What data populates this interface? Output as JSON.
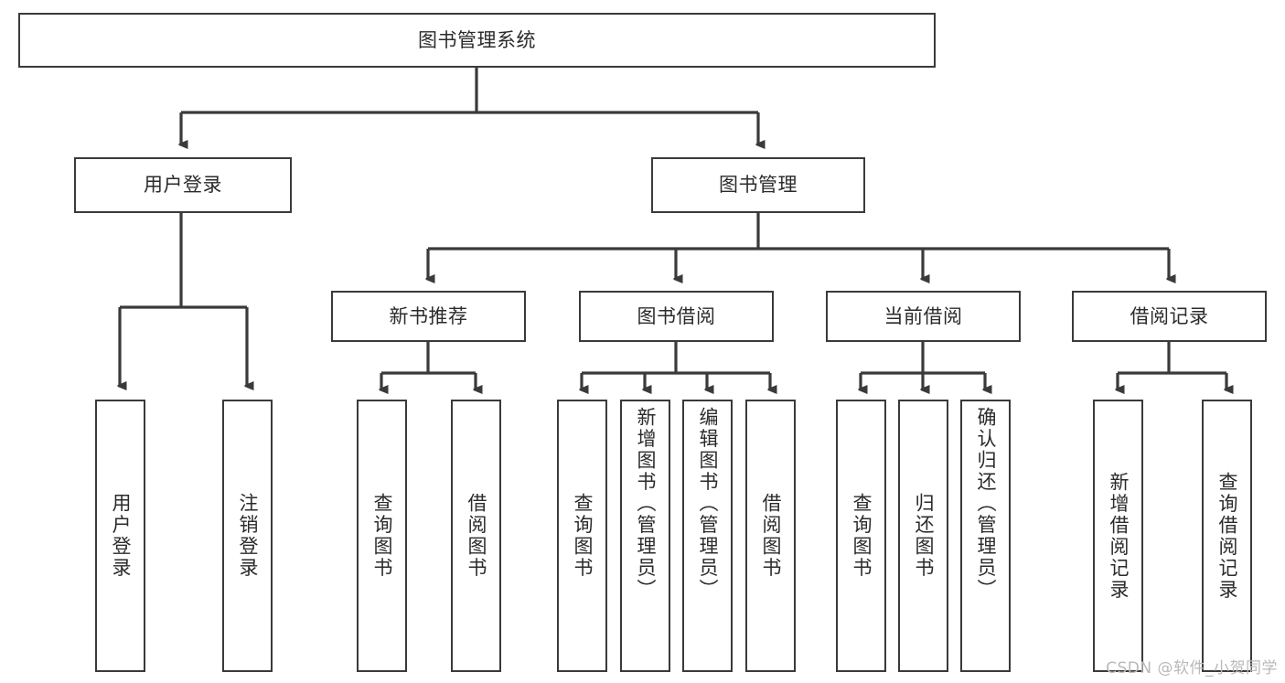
{
  "diagram": {
    "title": "图书管理系统",
    "type": "functional-structure-tree",
    "stroke_color": "#3a3a3a",
    "text_color": "#2b2b2b",
    "background_color": "#ffffff"
  },
  "nodes": {
    "root": {
      "label": "图书管理系统"
    },
    "level1": [
      {
        "id": "user-login",
        "label": "用户登录"
      },
      {
        "id": "book-manage",
        "label": "图书管理"
      }
    ],
    "level2": [
      {
        "id": "new-book-rec",
        "label": "新书推荐"
      },
      {
        "id": "book-borrow",
        "label": "图书借阅"
      },
      {
        "id": "current-borrow",
        "label": "当前借阅"
      },
      {
        "id": "borrow-record",
        "label": "借阅记录"
      }
    ],
    "leaves": {
      "user-login": [
        {
          "id": "leaf-user-login",
          "label": "用户登录"
        },
        {
          "id": "leaf-logout",
          "label": "注销登录"
        }
      ],
      "new-book-rec": [
        {
          "id": "leaf-query-book-1",
          "label": "查询图书"
        },
        {
          "id": "leaf-borrow-book-1",
          "label": "借阅图书"
        }
      ],
      "book-borrow": [
        {
          "id": "leaf-query-book-2",
          "label": "查询图书"
        },
        {
          "id": "leaf-add-book",
          "label": "新增图书（管理员）"
        },
        {
          "id": "leaf-edit-book",
          "label": "编辑图书（管理员）"
        },
        {
          "id": "leaf-borrow-book-2",
          "label": "借阅图书"
        }
      ],
      "current-borrow": [
        {
          "id": "leaf-query-book-3",
          "label": "查询图书"
        },
        {
          "id": "leaf-return-book",
          "label": "归还图书"
        },
        {
          "id": "leaf-confirm-return",
          "label": "确认归还（管理员）"
        }
      ],
      "borrow-record": [
        {
          "id": "leaf-add-record",
          "label": "新增借阅记录"
        },
        {
          "id": "leaf-query-record",
          "label": "查询借阅记录"
        }
      ]
    }
  },
  "watermark": {
    "text": "CSDN @软件_小贺同学"
  }
}
